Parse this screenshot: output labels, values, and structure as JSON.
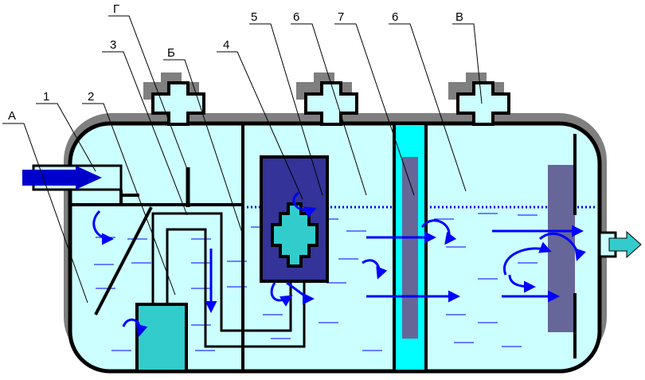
{
  "labels": {
    "A": "А",
    "B": "Б",
    "V": "В",
    "G": "Г",
    "n1": "1",
    "n2": "2",
    "n3": "3",
    "n4": "4",
    "n5": "5",
    "n6a": "6",
    "n7": "7",
    "n6b": "6"
  },
  "colors": {
    "water": "#ccffff",
    "shadow": "#7f7f7f",
    "outline": "#000000",
    "flow_arrow": "#0000ff",
    "inlet_arrow": "#0000cc",
    "outlet_arrow": "#33cccc",
    "pump_body": "#33cccc",
    "separator_block": "#333399",
    "filter_column": "#00ffff",
    "filter_media": "#666699",
    "water_level": "#0000ff"
  }
}
